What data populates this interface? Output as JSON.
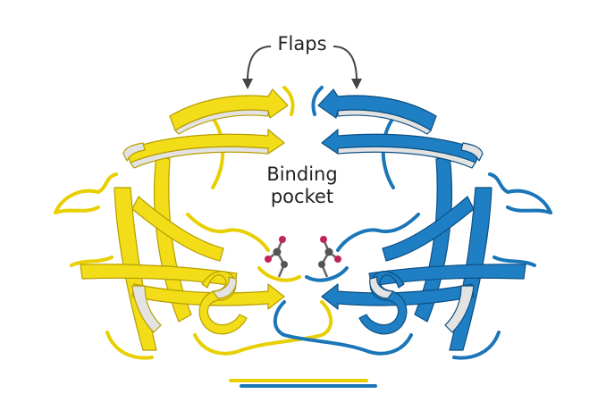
{
  "labels": {
    "flaps": "Flaps",
    "pocket_line1": "Binding",
    "pocket_line2": "pocket"
  },
  "colors": {
    "chain_a": "#f2dd18",
    "chain_a_edge": "#b59e00",
    "chain_b": "#1e7fc4",
    "chain_b_edge": "#0d4f82",
    "sheet_side": "#e3e3e3",
    "arrow": "#444444",
    "carbon_atom": "#555555",
    "oxygen_atom": "#c0245a"
  },
  "icons": [
    "curved-arrow-left",
    "curved-arrow-right",
    "active-site-residue-left",
    "active-site-residue-right"
  ]
}
